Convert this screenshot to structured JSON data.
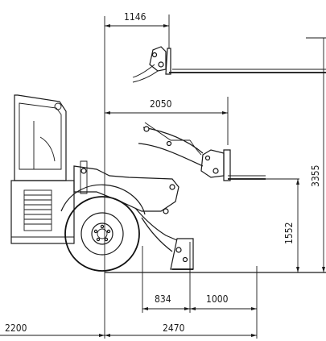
{
  "dimensions": {
    "top_offset": "1146",
    "mid_offset": "2050",
    "total_height": "3355",
    "mid_height": "1552",
    "bucket_depth": "834",
    "ground_reach": "1000",
    "rear_length": "2200",
    "front_length": "2470"
  }
}
